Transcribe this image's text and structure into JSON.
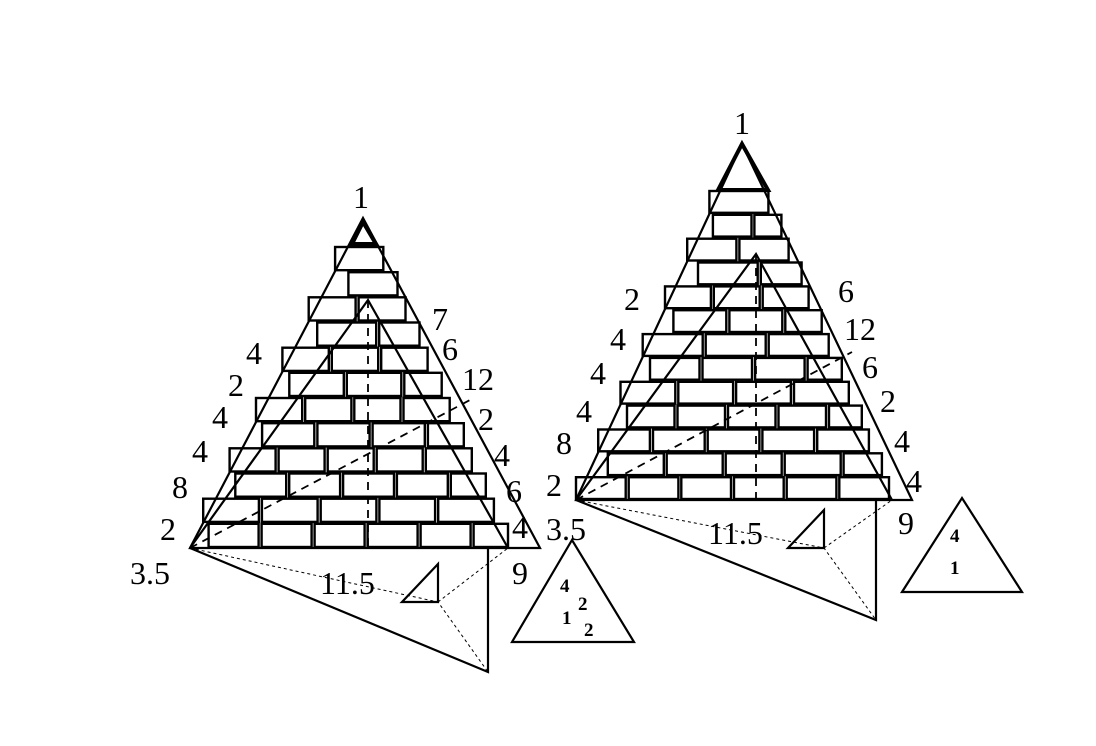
{
  "left_pyramid": {
    "apex_label": "1",
    "left_edge_labels": [
      "4",
      "2",
      "4",
      "4",
      "8",
      "2"
    ],
    "right_edge_labels": [
      "7",
      "6",
      "12",
      "2",
      "4",
      "6",
      "4"
    ],
    "base_left_label": "3.5",
    "base_mid_label": "11.5",
    "base_right_label": "9",
    "small_triangle_labels": [
      "4",
      "1",
      "2",
      "2"
    ]
  },
  "right_pyramid": {
    "apex_label": "1",
    "left_edge_labels": [
      "2",
      "4",
      "4",
      "4",
      "8",
      "2"
    ],
    "right_edge_labels": [
      "6",
      "12",
      "6",
      "2",
      "4",
      "4"
    ],
    "base_left_label": "3.5",
    "base_mid_label": "11.5",
    "base_right_label": "9",
    "small_triangle_labels": [
      "4",
      "1"
    ]
  }
}
